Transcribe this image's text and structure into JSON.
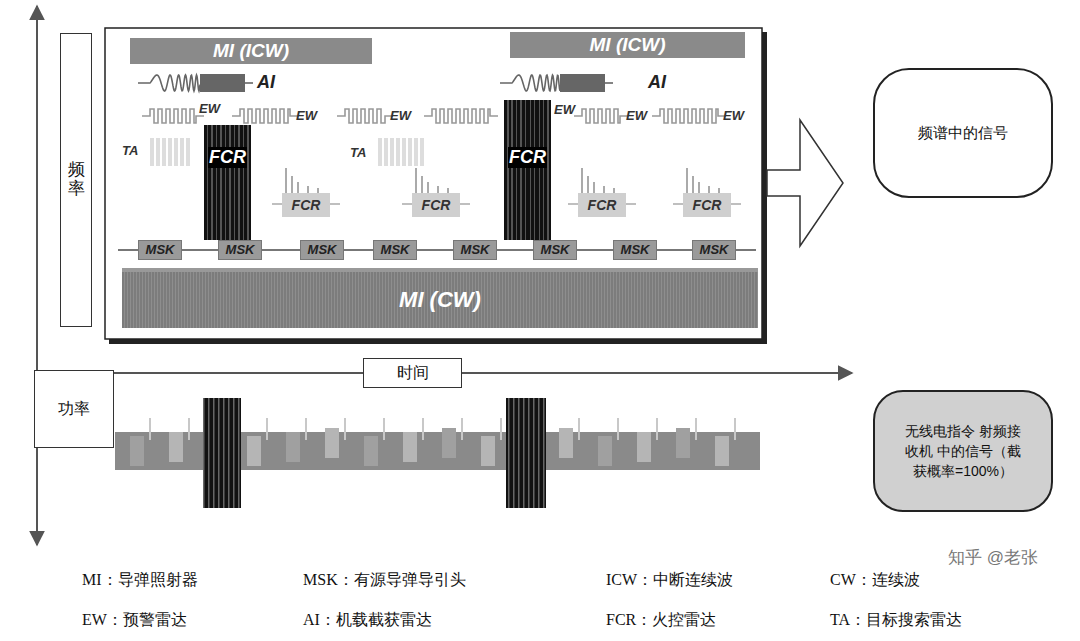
{
  "diagram": {
    "nodes": [
      {
        "text": [
          "频率"
        ]
      },
      {
        "text": [
          "MI (ICW)"
        ]
      },
      {
        "text": [
          "MI (ICW)"
        ]
      },
      {
        "text": [
          "FCR"
        ]
      },
      {
        "text": [
          "FCR"
        ]
      },
      {
        "text": [
          "FCR"
        ]
      },
      {
        "text": [
          "FCR"
        ]
      },
      {
        "text": [
          "FCR"
        ]
      },
      {
        "text": [
          "FCR"
        ]
      },
      {
        "text": [
          "MSK"
        ]
      },
      {
        "text": [
          "MSK"
        ]
      },
      {
        "text": [
          "MSK"
        ]
      },
      {
        "text": [
          "MSK"
        ]
      },
      {
        "text": [
          "MSK"
        ]
      },
      {
        "text": [
          "MSK"
        ]
      },
      {
        "text": [
          "MSK"
        ]
      },
      {
        "text": [
          "MSK"
        ]
      },
      {
        "text": [
          "MI (CW)"
        ]
      },
      {
        "text": [
          "时间"
        ]
      },
      {
        "text": [
          "功率"
        ]
      },
      {
        "text": [
          "频谱中的信号"
        ]
      },
      {
        "text": [
          "无线电指令 射频接收机 中的信号（截 获概率=100%）"
        ]
      }
    ],
    "labels": [
      "AI",
      "AI",
      "EW",
      "EW",
      "EW",
      "EW",
      "EW",
      "EW",
      "TA",
      "TA",
      "MI：导弹照射器",
      "MSK：有源导弹导引头",
      "ICW：中断连续波",
      "CW：连续波",
      "EW：预警雷达",
      "AI：机载截获雷达",
      "FCR：火控雷达",
      "TA：目标搜索雷达",
      "知乎 @老张"
    ]
  }
}
